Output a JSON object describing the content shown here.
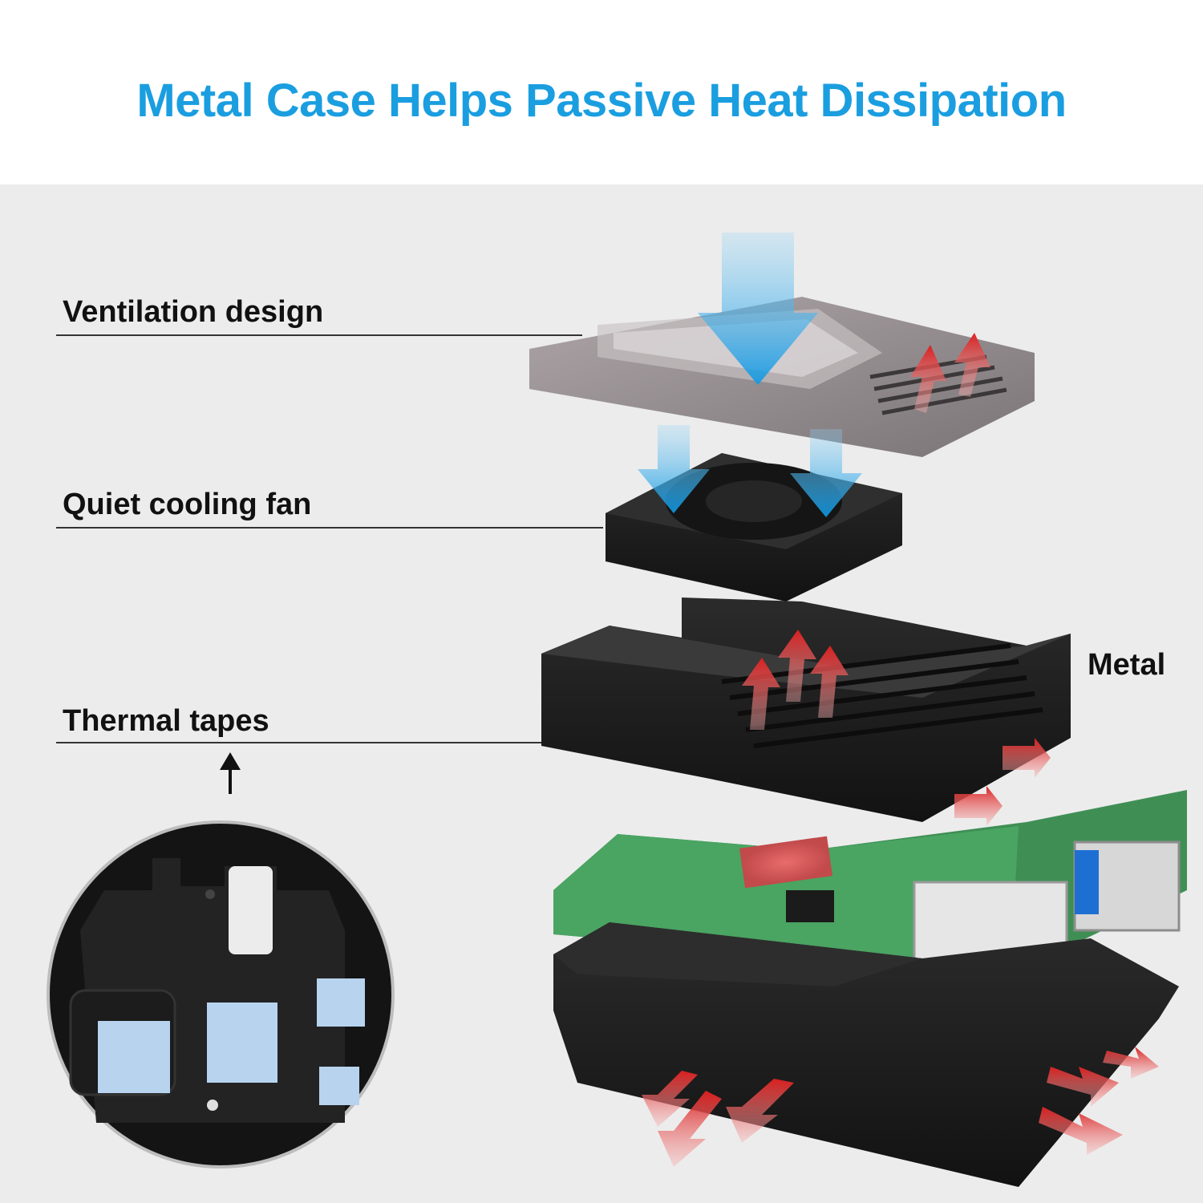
{
  "title": "Metal Case Helps Passive Heat Dissipation",
  "labels": {
    "ventilation": "Ventilation design",
    "fan": "Quiet cooling fan",
    "thermal": "Thermal tapes",
    "metal": "Metal"
  },
  "colors": {
    "title": "#1a9ee0",
    "background": "#ececec",
    "cool_air": "#1aa6e8",
    "hot_air": "#e02a2a",
    "case": "#1c1c1c",
    "pcb": "#3f8f55",
    "thermal_pad": "#b7d3ee"
  },
  "icons": {
    "cool_air": "blue-downward-arrow-icon",
    "hot_air": "red-upward-arrow-icon",
    "pointer": "up-arrow-icon"
  }
}
